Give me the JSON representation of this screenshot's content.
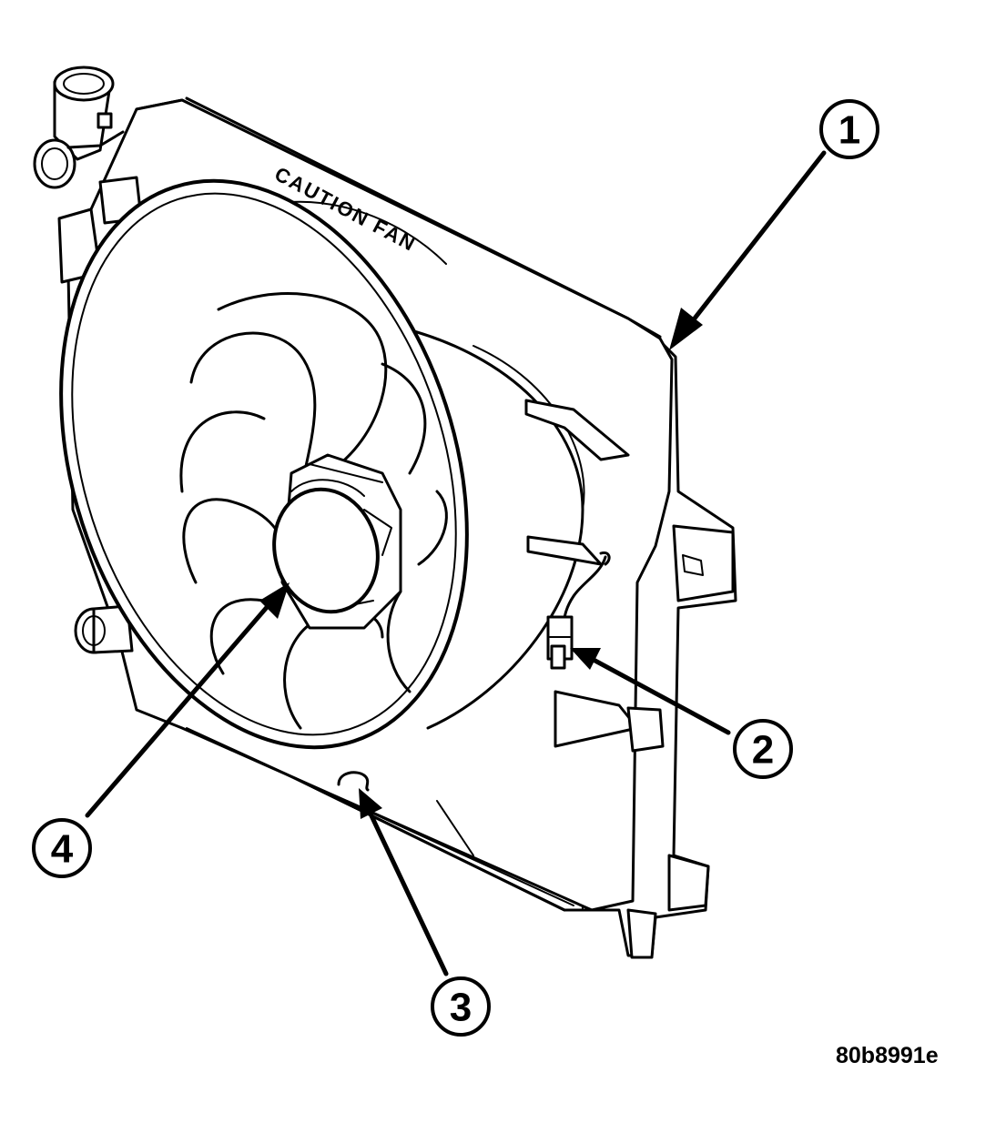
{
  "figure_id": "80b8991e",
  "shroud_label": "CAUTION FAN",
  "callouts": [
    {
      "number": "1"
    },
    {
      "number": "2"
    },
    {
      "number": "3"
    },
    {
      "number": "4"
    }
  ]
}
